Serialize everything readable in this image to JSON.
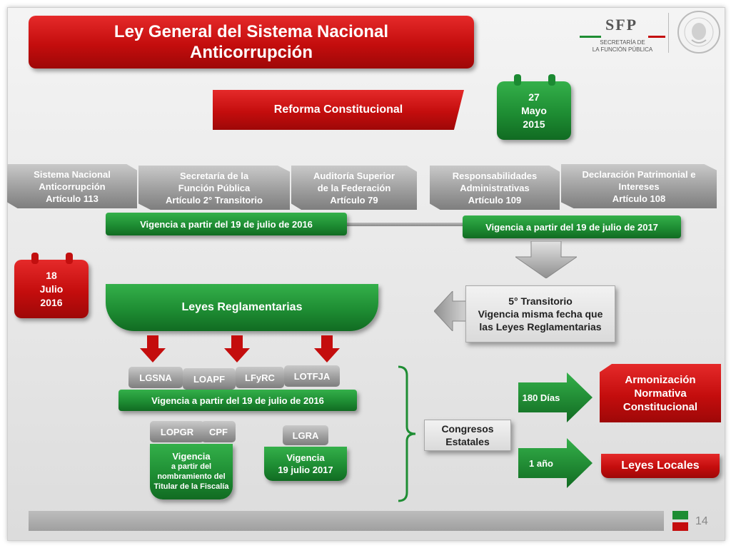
{
  "title": {
    "line1": "Ley General del Sistema Nacional",
    "line2": "Anticorrupción"
  },
  "logo": {
    "text": "SFP",
    "sub1": "SECRETARÍA DE",
    "sub2": "LA FUNCIÓN PÚBLICA"
  },
  "reforma": "Reforma Constitucional",
  "date1": {
    "day": "27",
    "month": "Mayo",
    "year": "2015"
  },
  "date2": {
    "day": "18",
    "month": "Julio",
    "year": "2016"
  },
  "top_boxes": [
    {
      "l1": "Sistema Nacional",
      "l2": "Anticorrupción",
      "l3": "Artículo 113"
    },
    {
      "l1": "Secretaría de la",
      "l2": "Función Pública",
      "l3": "Artículo 2° Transitorio"
    },
    {
      "l1": "Auditoría Superior",
      "l2": "de la Federación",
      "l3": "Artículo 79"
    },
    {
      "l1": "Responsabilidades",
      "l2": "Administrativas",
      "l3": "Artículo 109"
    },
    {
      "l1": "Declaración Patrimonial e",
      "l2": "Intereses",
      "l3": "Artículo 108"
    }
  ],
  "vigencia_2016": "Vigencia a partir del 19 de julio de 2016",
  "vigencia_2017": "Vigencia a partir del 19 de julio de 2017",
  "transitorio": {
    "l1": "5° Transitorio",
    "l2": "Vigencia misma fecha que",
    "l3": "las Leyes Reglamentarias"
  },
  "leyes_reglamentarias": "Leyes Reglamentarias",
  "laws": [
    "LGSNA",
    "LOAPF",
    "LFyRC",
    "LOTFJA"
  ],
  "vigencia_laws": "Vigencia a partir del 19 de julio de 2016",
  "laws2": [
    "LOPGR",
    "CPF"
  ],
  "vigencia_fiscalia": {
    "l1": "Vigencia",
    "l2": "a partir del",
    "l3": "nombramiento del",
    "l4": "Titular de la Fiscalía"
  },
  "lgra": "LGRA",
  "vigencia_lgra": {
    "l1": "Vigencia",
    "l2": "19 julio 2017"
  },
  "congresos": {
    "l1": "Congresos",
    "l2": "Estatales"
  },
  "dias": "180 Días",
  "anio": "1 año",
  "armonizacion": {
    "l1": "Armonización",
    "l2": "Normativa",
    "l3": "Constitucional"
  },
  "leyes_locales": "Leyes Locales",
  "page_number": "14",
  "colors": {
    "red": "#c40d0d",
    "green": "#1e8d33",
    "gray": "#9e9e9e"
  }
}
